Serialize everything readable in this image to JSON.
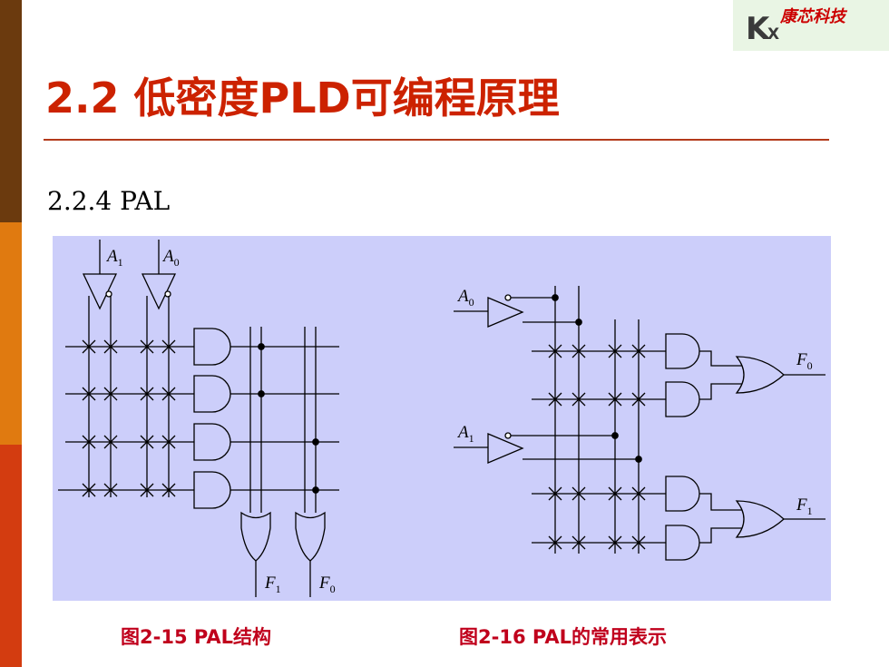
{
  "logo": {
    "mark": "K",
    "sub": "X",
    "name": "康芯科技"
  },
  "slide": {
    "title": "2.2 低密度PLD可编程原理",
    "subtitle": "2.2.4 PAL"
  },
  "figure_left": {
    "inputs": [
      "A",
      "A"
    ],
    "input_subs": [
      "1",
      "0"
    ],
    "outputs": [
      "F",
      "F"
    ],
    "output_subs": [
      "1",
      "0"
    ],
    "caption": "图2-15 PAL结构"
  },
  "figure_right": {
    "inputs": [
      "A",
      "A"
    ],
    "input_subs": [
      "0",
      "1"
    ],
    "outputs": [
      "F",
      "F"
    ],
    "output_subs": [
      "0",
      "1"
    ],
    "caption": "图2-16 PAL的常用表示"
  },
  "colors": {
    "title": "#cc2200",
    "caption": "#c0001c",
    "diagram_bg": "#cccefa",
    "bar_top": "#6b3a0e",
    "bar_mid": "#e07a10",
    "bar_bottom": "#d33c10"
  }
}
